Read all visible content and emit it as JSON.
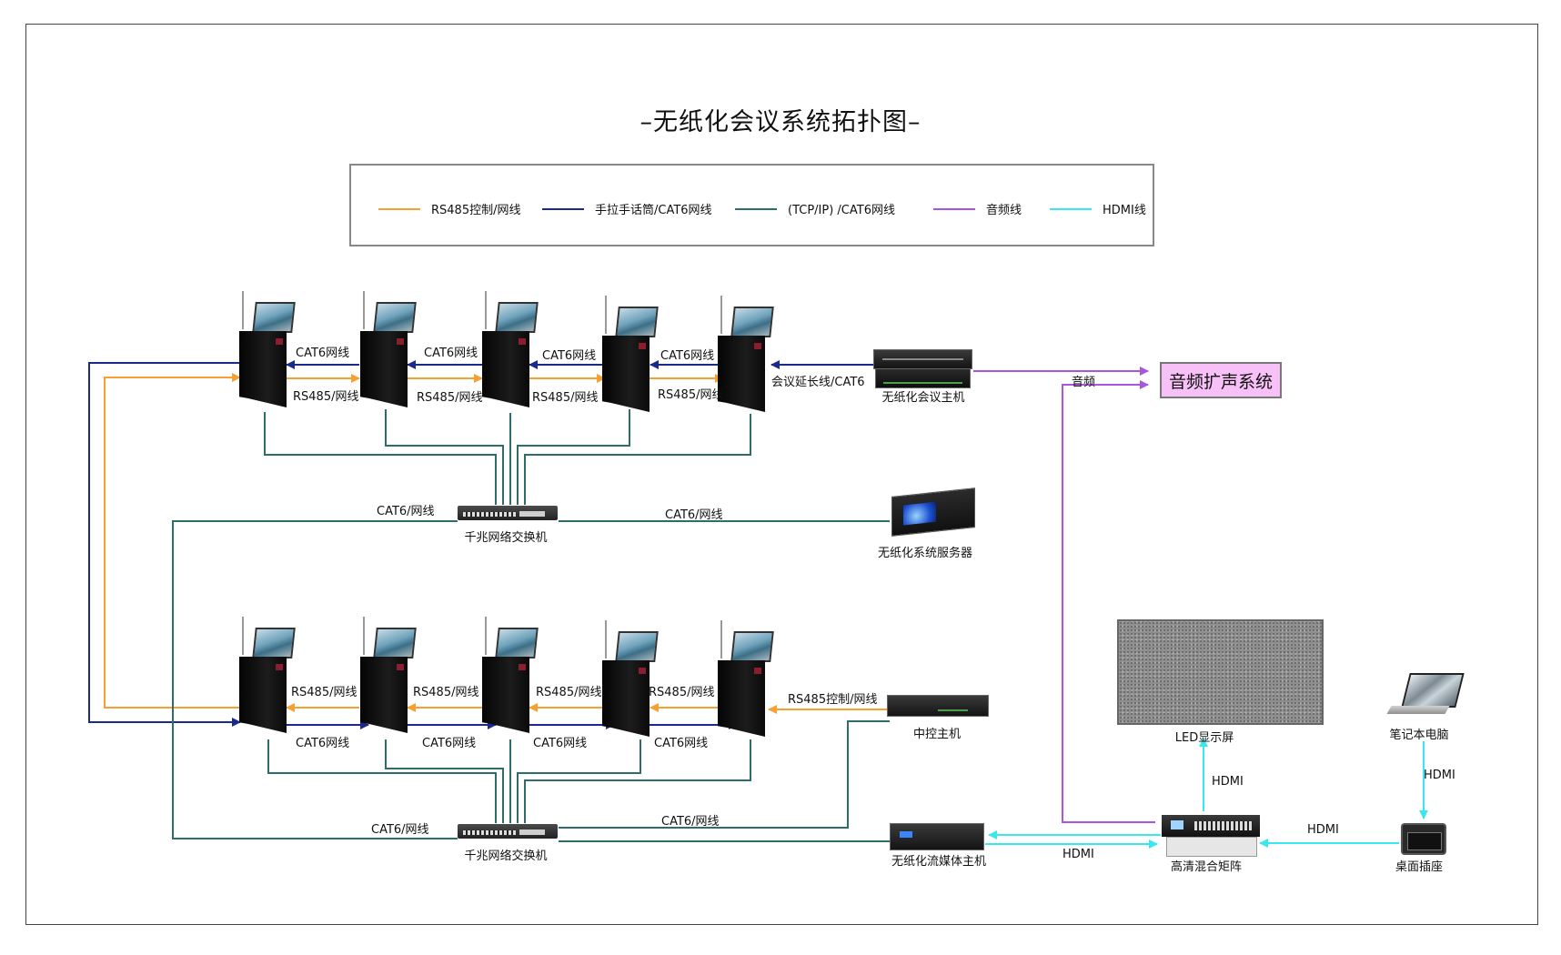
{
  "title": "–无纸化会议系统拓扑图–",
  "legend": [
    {
      "label": "RS485控制/网线",
      "color": "#f5a030"
    },
    {
      "label": "手拉手话筒/CAT6网线",
      "color": "#1a2a8c"
    },
    {
      "label": "(TCP/IP) /CAT6网线",
      "color": "#2e6e6a"
    },
    {
      "label": "音频线",
      "color": "#a855e0"
    },
    {
      "label": "HDMI线",
      "color": "#38e8ee"
    }
  ],
  "colors": {
    "rs485": "#f5a030",
    "cat6_mic": "#1a2a8c",
    "tcpip": "#2e6e6a",
    "audio": "#a855e0",
    "hdmi": "#38e8ee"
  },
  "devices": {
    "conference_host": "无纸化会议主机",
    "audio_system": "音频扩声系统",
    "switch_top": "千兆网络交换机",
    "switch_bottom": "千兆网络交换机",
    "server": "无纸化系统服务器",
    "central_control": "中控主机",
    "streaming_host": "无纸化流媒体主机",
    "matrix": "高清混合矩阵",
    "led": "LED显示屏",
    "laptop": "笔记本电脑",
    "desk_socket": "桌面插座"
  },
  "labels": {
    "top_cat6": [
      "CAT6网线",
      "CAT6网线",
      "CAT6网线",
      "CAT6网线"
    ],
    "top_rs485": [
      "RS485/网线",
      "RS485/网线",
      "RS485/网线",
      "RS485/网线"
    ],
    "host_link": "会议延长线/CAT6",
    "audio": "音频",
    "switch_top_left": "CAT6/网线",
    "switch_top_right": "CAT6/网线",
    "bottom_rs485": [
      "RS485/网线",
      "RS485/网线",
      "RS485/网线",
      "RS485/网线"
    ],
    "bottom_cat6": [
      "CAT6网线",
      "CAT6网线",
      "CAT6网线",
      "CAT6网线"
    ],
    "control_link": "RS485控制/网线",
    "switch_bottom_left": "CAT6/网线",
    "switch_bottom_right": "CAT6/网线",
    "hdmi_stream": "HDMI",
    "hdmi_led": "HDMI",
    "hdmi_laptop": "HDMI",
    "hdmi_socket": "HDMI"
  }
}
